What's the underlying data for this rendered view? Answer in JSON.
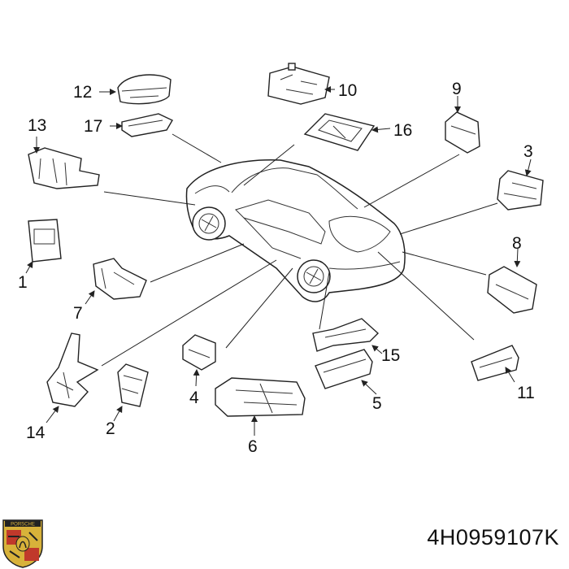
{
  "callouts": [
    {
      "id": "1",
      "label": "1"
    },
    {
      "id": "2",
      "label": "2"
    },
    {
      "id": "3",
      "label": "3"
    },
    {
      "id": "4",
      "label": "4"
    },
    {
      "id": "5",
      "label": "5"
    },
    {
      "id": "6",
      "label": "6"
    },
    {
      "id": "7",
      "label": "7"
    },
    {
      "id": "8",
      "label": "8"
    },
    {
      "id": "9",
      "label": "9"
    },
    {
      "id": "10",
      "label": "10"
    },
    {
      "id": "11",
      "label": "11"
    },
    {
      "id": "12",
      "label": "12"
    },
    {
      "id": "13",
      "label": "13"
    },
    {
      "id": "14",
      "label": "14"
    },
    {
      "id": "15",
      "label": "15"
    },
    {
      "id": "16",
      "label": "16"
    },
    {
      "id": "17",
      "label": "17"
    }
  ],
  "part_number": "4H0959107K",
  "logo": {
    "name": "porsche-crest-logo",
    "text": "PORSCHE",
    "colors": {
      "gold": "#d8b23a",
      "red": "#c0392b",
      "black": "#222222"
    }
  }
}
